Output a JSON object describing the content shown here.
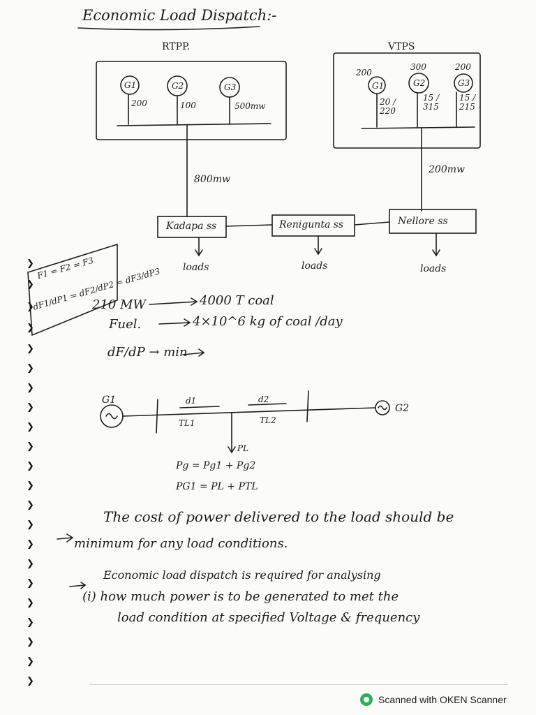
{
  "title": "Economic Load Dispatch:-",
  "plants": {
    "rtpp": {
      "label": "RTPP.",
      "gens": [
        "G1",
        "G2",
        "G3"
      ],
      "outputs": [
        "200",
        "100",
        "500mw"
      ],
      "total": "800mw"
    },
    "vtps": {
      "label": "VTPS",
      "gens": [
        "G1",
        "G2",
        "G3"
      ],
      "ratings": [
        "200",
        "300",
        "200"
      ],
      "outputs": [
        "20 / 220",
        "15 / 315",
        "15 / 215"
      ],
      "total": "200mw"
    }
  },
  "substations": [
    "Kadapa ss",
    "Renigunta ss",
    "Nellore ss"
  ],
  "loads": [
    "loads",
    "loads",
    "loads"
  ],
  "equations": {
    "equal_f": "F1 = F2 = F3",
    "incremental": "dF1/dP1 = dF2/dP2 = dF3/dP3",
    "minimize": "dF/dP → min"
  },
  "fuel": {
    "capacity": "210 MW",
    "coal": "4000 T coal",
    "fuel_label": "Fuel.",
    "fuel_rate": "4×10^6 kg of coal /day"
  },
  "transmission": {
    "gen_left": "G1",
    "gen_right": "G2",
    "d1": "d1",
    "d2": "d2",
    "tl1": "TL1",
    "tl2": "TL2",
    "load": "PL",
    "eq1": "Pg = Pg1 + Pg2",
    "eq2": "PG1 = PL + PTL"
  },
  "notes": {
    "n1a": "The cost of power delivered to the load should be",
    "n1b": "minimum for any load conditions.",
    "n2a": "Economic load dispatch is required for analysing",
    "n2b": "(i) how much power is to be generated to met the",
    "n2c": "load condition at specified Voltage & frequency"
  },
  "footer": {
    "scanner": "Scanned with OKEN Scanner"
  }
}
